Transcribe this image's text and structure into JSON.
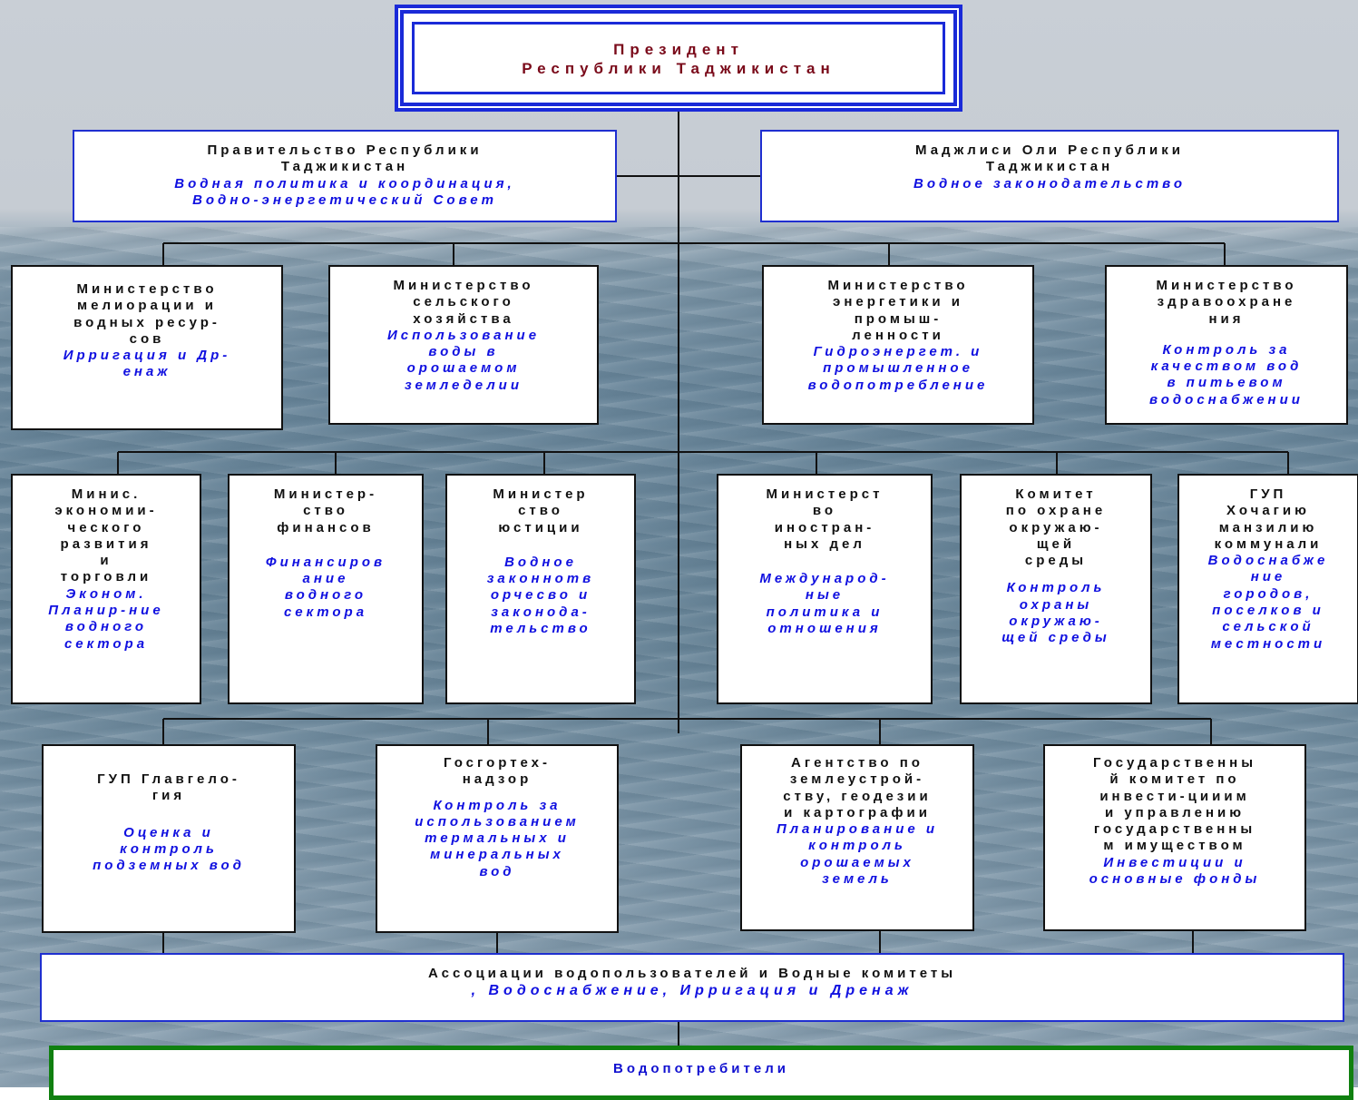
{
  "president": {
    "title": "Президент\nРеспублики Таджикистан"
  },
  "level1": {
    "government": {
      "title": "Правительство Республики\nТаджикистан",
      "desc": "Водная политика и координация,\nВодно-энергетический Совет"
    },
    "parliament": {
      "title": "Маджлиси Оли Республики\nТаджикистан",
      "desc": "Водное законодательство"
    }
  },
  "level2": [
    {
      "title": "Министерство\nмелиорации и\nводных ресур-\nсов",
      "desc": "Ирригация и Др-\nенаж"
    },
    {
      "title": "Министерство\nсельского\nхозяйства",
      "desc": "Использование\nводы в\nорошаемом\nземледелии"
    },
    {
      "title": "Министерство\nэнергетики и\nпромыш-\nленности",
      "desc": "Гидроэнергет. и\nпромышленное\nводопотребление"
    },
    {
      "title": "Министерство\nздравоохране\nния",
      "desc": "Контроль за\nкачеством вод\nв питьевом\nводоснабжении"
    }
  ],
  "level3": [
    {
      "title": "Минис.\nэкономии-\nческого\nразвития\nи\nторговли",
      "desc": "Эконом.\nПланир-ние\nводного\nсектора"
    },
    {
      "title": "Министер-\nство\nфинансов",
      "desc": "Финансиров\nание\nводного\nсектора"
    },
    {
      "title": "Министер\nство\nюстиции",
      "desc": "Водное\nзаконнотв\nорчесво и\nзаконода-\nтельство"
    },
    {
      "title": "Министерст\nво\nиностран-\nных дел",
      "desc": "Международ-\nные\nполитика и\nотношения"
    },
    {
      "title": "Комитет\nпо охране\nокружаю-\nщей\nсреды",
      "desc": "Контроль\nохраны\nокружаю-\nщей среды"
    },
    {
      "title": "ГУП\nХочагию\nманзилию\nкоммунали",
      "desc": "Водоснабже\nние\nгородов,\nпоселков и\nсельской\nместности"
    }
  ],
  "level4": [
    {
      "title": "ГУП Главгело-\nгия",
      "desc": "Оценка и\nконтроль\nподземных вод"
    },
    {
      "title": "Госгортех-\nнадзор",
      "desc": "Контроль за\nиспользованием\nтермальных и\nминеральных\nвод"
    },
    {
      "title": "Агентство по\nземлеустрой-\nству, геодезии\nи картографии",
      "desc": "Планирование и\nконтроль\nорошаемых\nземель"
    },
    {
      "title": "Государственны\nй комитет по\nинвести-цииим\nи управлению\nгосударственны\nм имуществом",
      "desc": "Инвестиции и\nосновные фонды"
    }
  ],
  "associations": {
    "title": "Ассоциации водопользователей и Водные комитеты",
    "desc": ", Водоснабжение, Ирригация и Дренаж"
  },
  "consumers": {
    "title": "Водопотребители"
  },
  "colors": {
    "president_text": "#7a0a1a",
    "desc_text": "#1010e0",
    "border_blue": "#1f2fd0",
    "border_green": "#108010"
  }
}
